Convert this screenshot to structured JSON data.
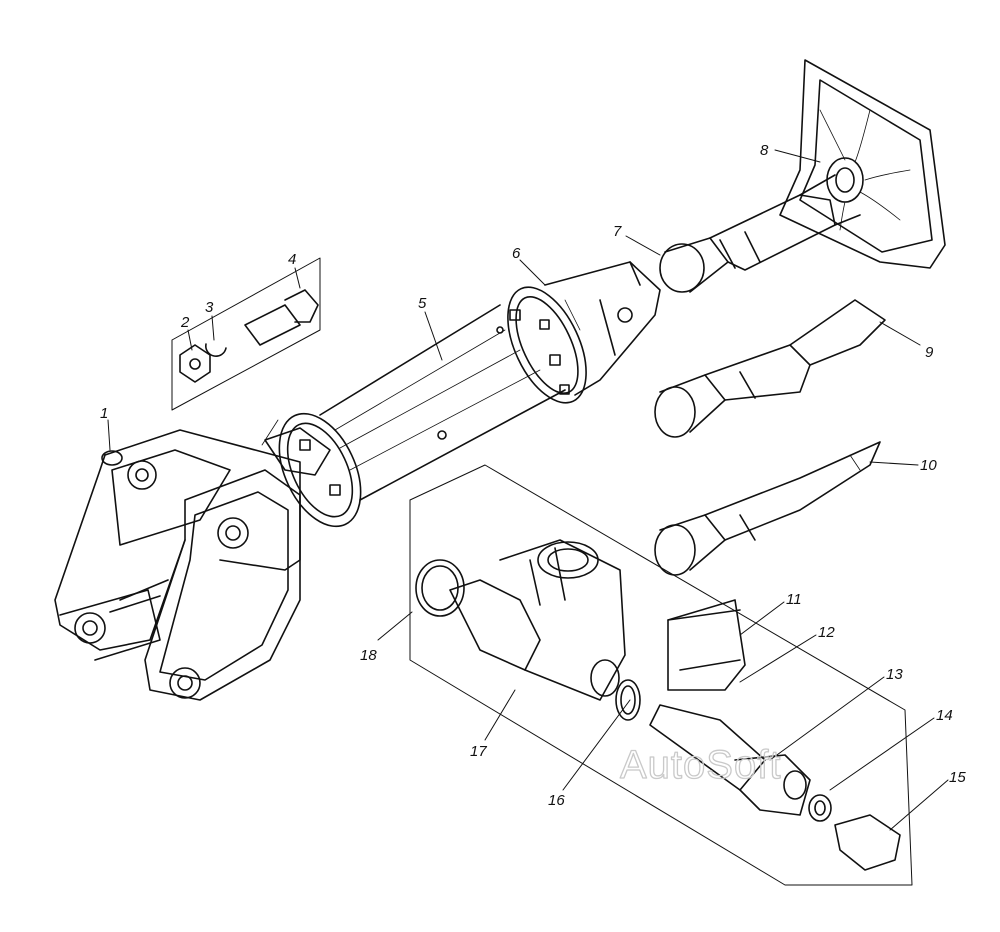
{
  "callouts": {
    "c1": "1",
    "c2": "2",
    "c3": "3",
    "c4": "4",
    "c5": "5",
    "c6": "6",
    "c7": "7",
    "c8": "8",
    "c9": "9",
    "c10": "10",
    "c11": "11",
    "c12": "12",
    "c13": "13",
    "c14": "14",
    "c15": "15",
    "c16": "16",
    "c17": "17",
    "c18": "18"
  },
  "watermark": "AutoSoft",
  "colors": {
    "ink": "#111111",
    "background": "#ffffff",
    "watermark": "#c9c9c9"
  }
}
